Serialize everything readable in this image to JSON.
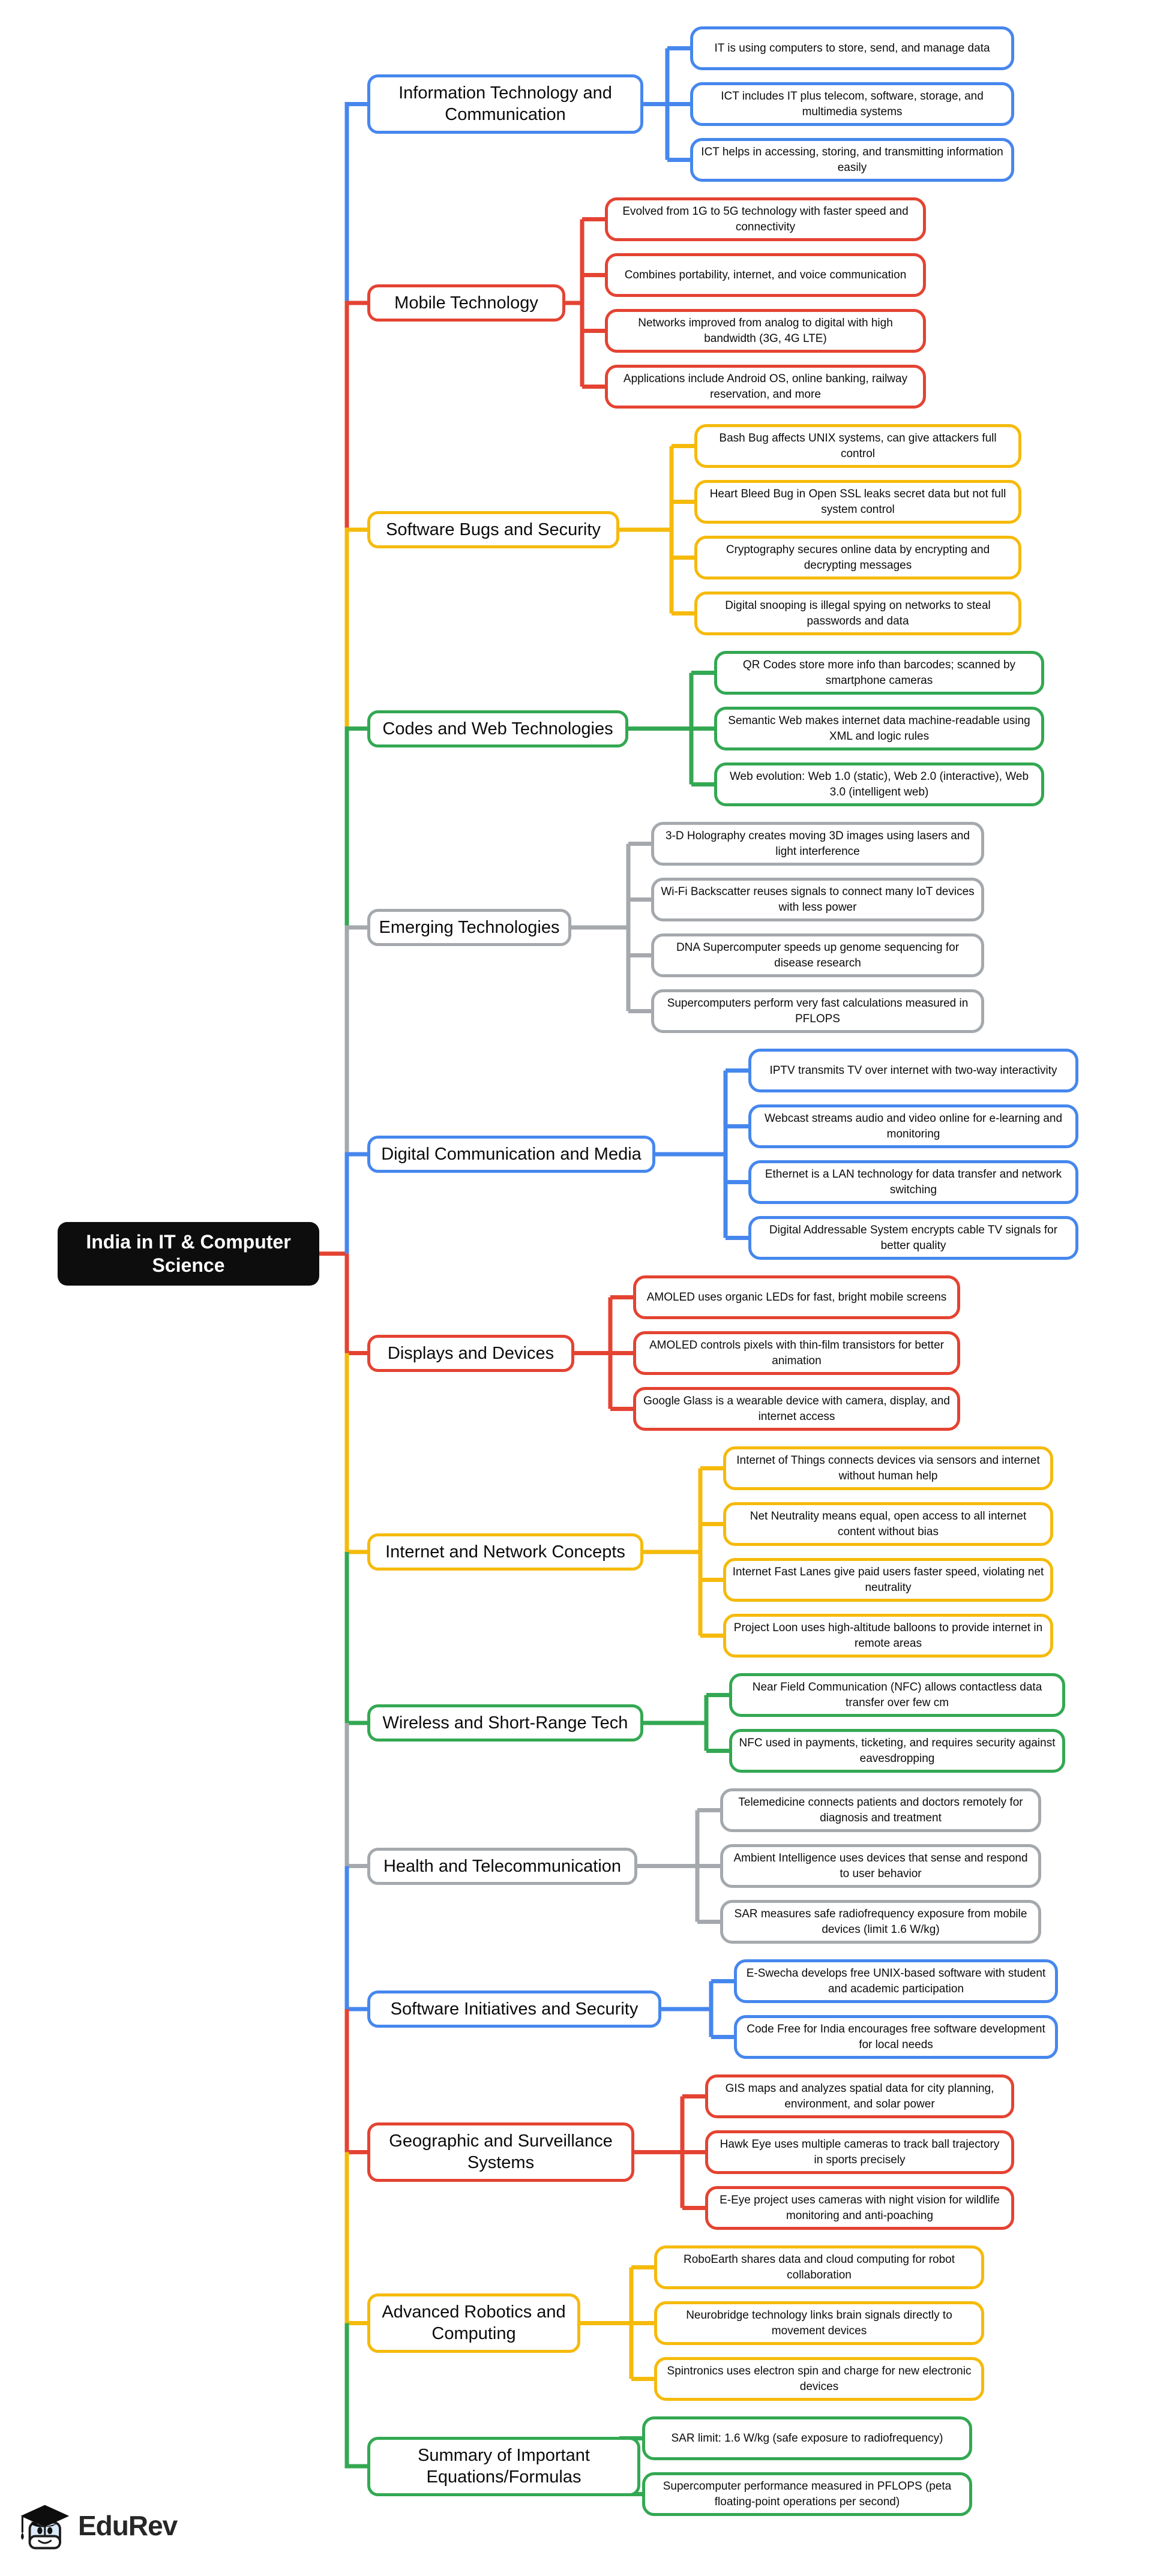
{
  "root": {
    "label": "India in IT & Computer Science"
  },
  "palette": {
    "blue": "#4687ee",
    "red": "#e44332",
    "yellow": "#f5ba0b",
    "green": "#33a852",
    "gray": "#a5a9ad",
    "root_bg": "#0d0d0d",
    "root_text": "#ffffff"
  },
  "footer": {
    "brand": "EduRev",
    "logo": "edurev-mascot-icon"
  },
  "branches": [
    {
      "title": "Information Technology and Communication",
      "color": "blue",
      "leaves": [
        "IT is using computers to store, send, and manage data",
        "ICT includes IT plus telecom, software, storage, and multimedia systems",
        "ICT helps in accessing, storing, and transmitting information easily"
      ]
    },
    {
      "title": "Mobile Technology",
      "color": "red",
      "leaves": [
        "Evolved from 1G to 5G technology with faster speed and connectivity",
        "Combines portability, internet, and voice communication",
        "Networks improved from analog to digital with high bandwidth (3G, 4G LTE)",
        "Applications include Android OS, online banking, railway reservation, and more"
      ]
    },
    {
      "title": "Software Bugs and Security",
      "color": "yellow",
      "leaves": [
        "Bash Bug affects UNIX systems, can give attackers full control",
        "Heart Bleed Bug in Open SSL leaks secret data but not full system control",
        "Cryptography secures online data by encrypting and decrypting messages",
        "Digital snooping is illegal spying on networks to steal passwords and data"
      ]
    },
    {
      "title": "Codes and Web Technologies",
      "color": "green",
      "leaves": [
        "QR Codes store more info than barcodes; scanned by smartphone cameras",
        "Semantic Web makes internet data machine-readable using XML and logic rules",
        "Web evolution: Web 1.0 (static), Web 2.0 (interactive), Web 3.0 (intelligent web)"
      ]
    },
    {
      "title": "Emerging Technologies",
      "color": "gray",
      "leaves": [
        "3-D Holography creates moving 3D images using lasers and light interference",
        "Wi-Fi Backscatter reuses signals to connect many IoT devices with less power",
        "DNA Supercomputer speeds up genome sequencing for disease research",
        "Supercomputers perform very fast calculations measured in PFLOPS"
      ]
    },
    {
      "title": "Digital Communication and Media",
      "color": "blue",
      "leaves": [
        "IPTV transmits TV over internet with two-way interactivity",
        "Webcast streams audio and video online for e-learning and monitoring",
        "Ethernet is a LAN technology for data transfer and network switching",
        "Digital Addressable System encrypts cable TV signals for better quality"
      ]
    },
    {
      "title": "Displays and Devices",
      "color": "red",
      "leaves": [
        "AMOLED uses organic LEDs for fast, bright mobile screens",
        "AMOLED controls pixels with thin-film transistors for better animation",
        "Google Glass is a wearable device with camera, display, and internet access"
      ]
    },
    {
      "title": "Internet and Network Concepts",
      "color": "yellow",
      "leaves": [
        "Internet of Things connects devices via sensors and internet without human help",
        "Net Neutrality means equal, open access to all internet content without bias",
        "Internet Fast Lanes give paid users faster speed, violating net neutrality",
        "Project Loon uses high-altitude balloons to provide internet in remote areas"
      ]
    },
    {
      "title": "Wireless and Short-Range Tech",
      "color": "green",
      "leaves": [
        "Near Field Communication (NFC) allows contactless data transfer over few cm",
        "NFC used in payments, ticketing, and requires security against eavesdropping"
      ]
    },
    {
      "title": "Health and Telecommunication",
      "color": "gray",
      "leaves": [
        "Telemedicine connects patients and doctors remotely for diagnosis and treatment",
        "Ambient Intelligence uses devices that sense and respond to user behavior",
        "SAR measures safe radiofrequency exposure from mobile devices (limit 1.6 W/kg)"
      ]
    },
    {
      "title": "Software Initiatives and Security",
      "color": "blue",
      "leaves": [
        "E-Swecha develops free UNIX-based software with student and academic participation",
        "Code Free for India encourages free software development for local needs"
      ]
    },
    {
      "title": "Geographic and Surveillance Systems",
      "color": "red",
      "leaves": [
        "GIS maps and analyzes spatial data for city planning, environment, and solar power",
        "Hawk Eye uses multiple cameras to track ball trajectory in sports precisely",
        "E-Eye project uses cameras with night vision for wildlife monitoring and anti-poaching"
      ]
    },
    {
      "title": "Advanced Robotics and Computing",
      "color": "yellow",
      "leaves": [
        "RoboEarth shares data and cloud computing for robot collaboration",
        "Neurobridge technology links brain signals directly to movement devices",
        "Spintronics uses electron spin and charge for new electronic devices"
      ]
    },
    {
      "title": "Summary of Important Equations/Formulas",
      "color": "green",
      "leaves": [
        "SAR limit: 1.6 W/kg (safe exposure to radiofrequency)",
        "Supercomputer performance measured in PFLOPS (peta floating-point operations per second)"
      ]
    }
  ]
}
